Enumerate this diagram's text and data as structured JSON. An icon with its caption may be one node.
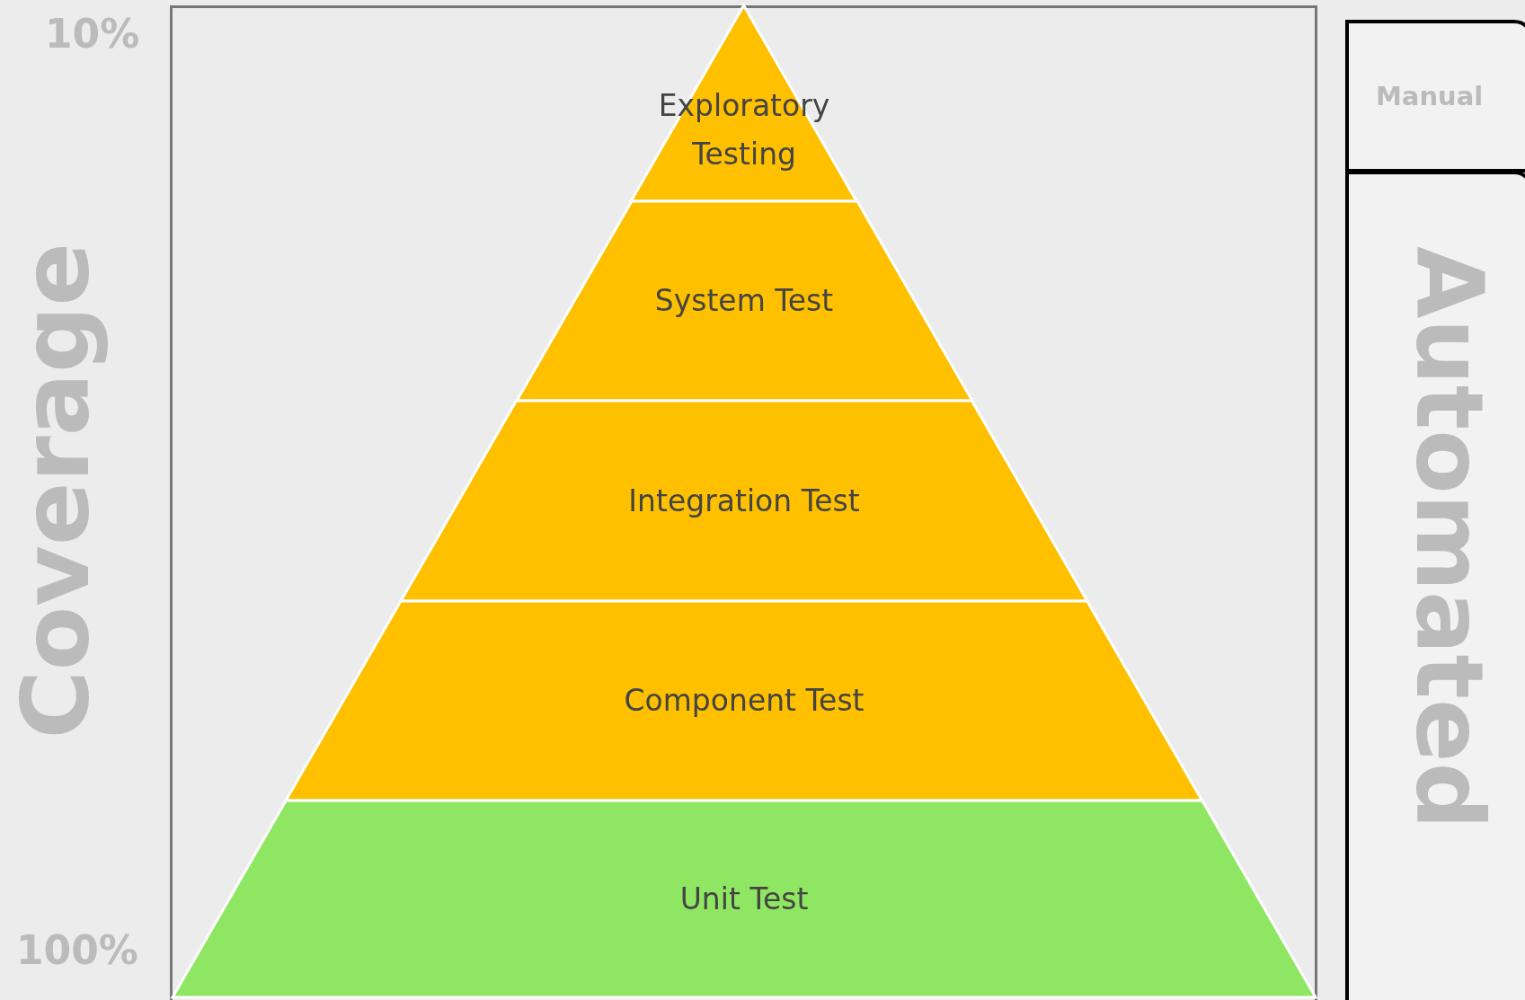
{
  "diagram": {
    "nodes": [
      {
        "text": [
          "Exploratory Testing"
        ]
      },
      {
        "text": [
          "System Test"
        ]
      },
      {
        "text": [
          "Integration Test"
        ]
      },
      {
        "text": [
          "Component Test"
        ]
      },
      {
        "text": [
          "Unit Test"
        ]
      },
      {
        "text": [
          "Manual"
        ]
      },
      {
        "text": [
          "Automated"
        ]
      }
    ],
    "labels": [
      "10%",
      "Coverage",
      "100%"
    ]
  }
}
